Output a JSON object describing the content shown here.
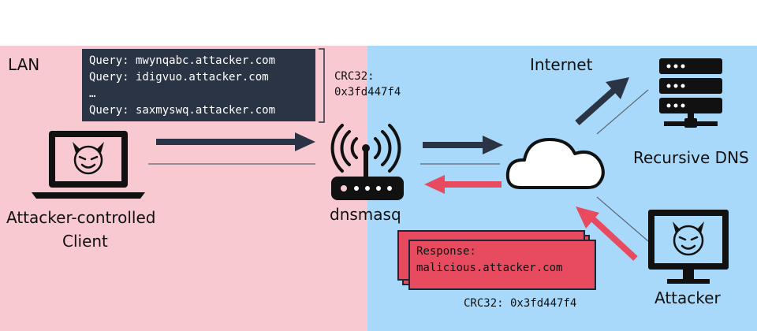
{
  "zones": {
    "lan": "LAN",
    "internet": "Internet"
  },
  "queries": {
    "line1": "Query: mwynqabc.attacker.com",
    "line2": "Query: idigvuo.attacker.com",
    "line3": "…",
    "line4": "Query: saxmyswq.attacker.com"
  },
  "query_crc": {
    "label": "CRC32:",
    "value": "0x3fd447f4"
  },
  "nodes": {
    "client_line1": "Attacker-controlled",
    "client_line2": "Client",
    "router": "dnsmasq",
    "resolver": "Recursive DNS",
    "attacker": "Attacker"
  },
  "response": {
    "line1": "Response:",
    "line2": "malicious.attacker.com",
    "crc": "CRC32: 0x3fd447f4"
  },
  "colors": {
    "lan_background": "#f9c9d1",
    "internet_background": "#a8d9fa",
    "query_arrow": "#2b3444",
    "response_arrow": "#e84a5f"
  },
  "icons": [
    "laptop-devil-icon",
    "router-icon",
    "cloud-icon",
    "server-rack-icon",
    "monitor-devil-icon"
  ]
}
